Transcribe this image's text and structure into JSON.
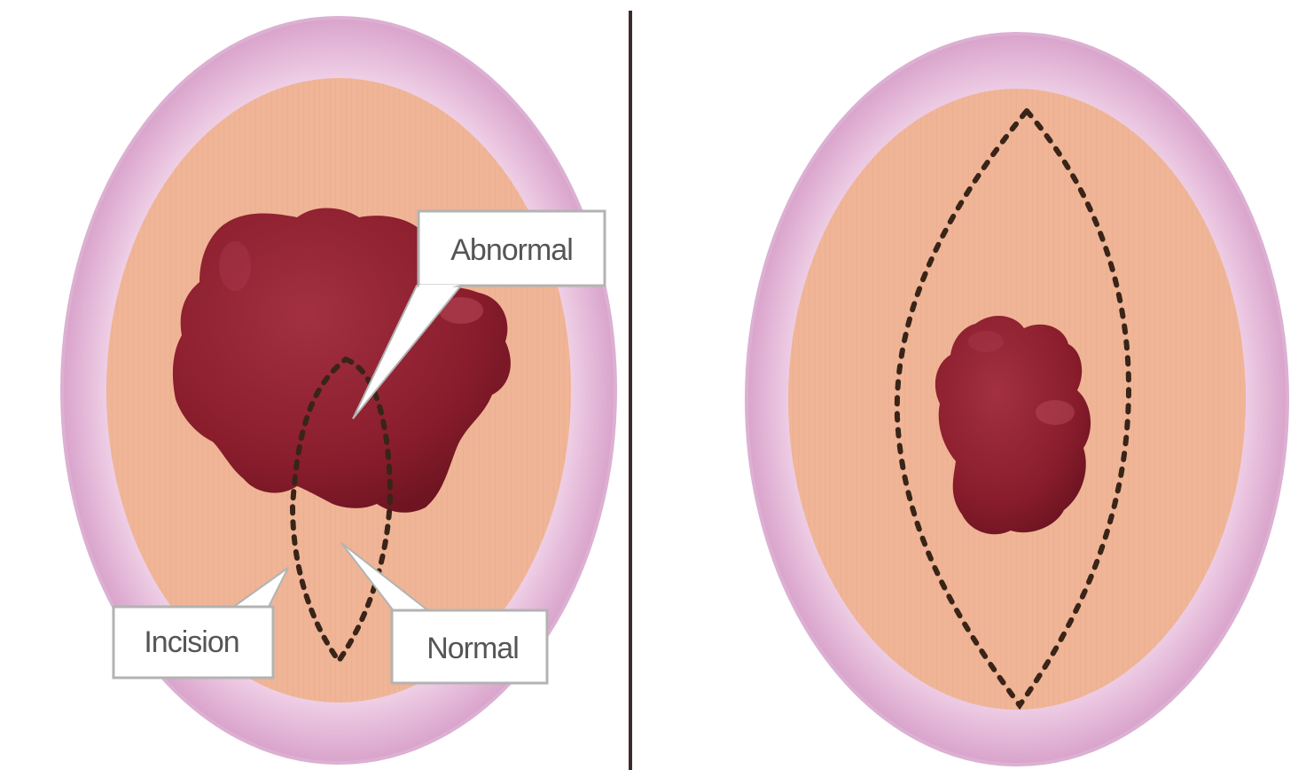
{
  "labels": {
    "abnormal": "Abnormal",
    "incision": "Incision",
    "normal": "Normal"
  },
  "colors": {
    "background": "#ffffff",
    "skin": "#efb596",
    "ring_outer": "#dca8cf",
    "ring_inner": "#fbeef7",
    "lesion": "#8e1f2e",
    "lesion_highlight": "#b8495a",
    "incision_line": "#3a2418",
    "divider": "#3d2a2a",
    "callout_border": "#b3b3b3"
  },
  "panels": [
    {
      "id": "incisional-biopsy"
    },
    {
      "id": "excisional-biopsy"
    }
  ]
}
